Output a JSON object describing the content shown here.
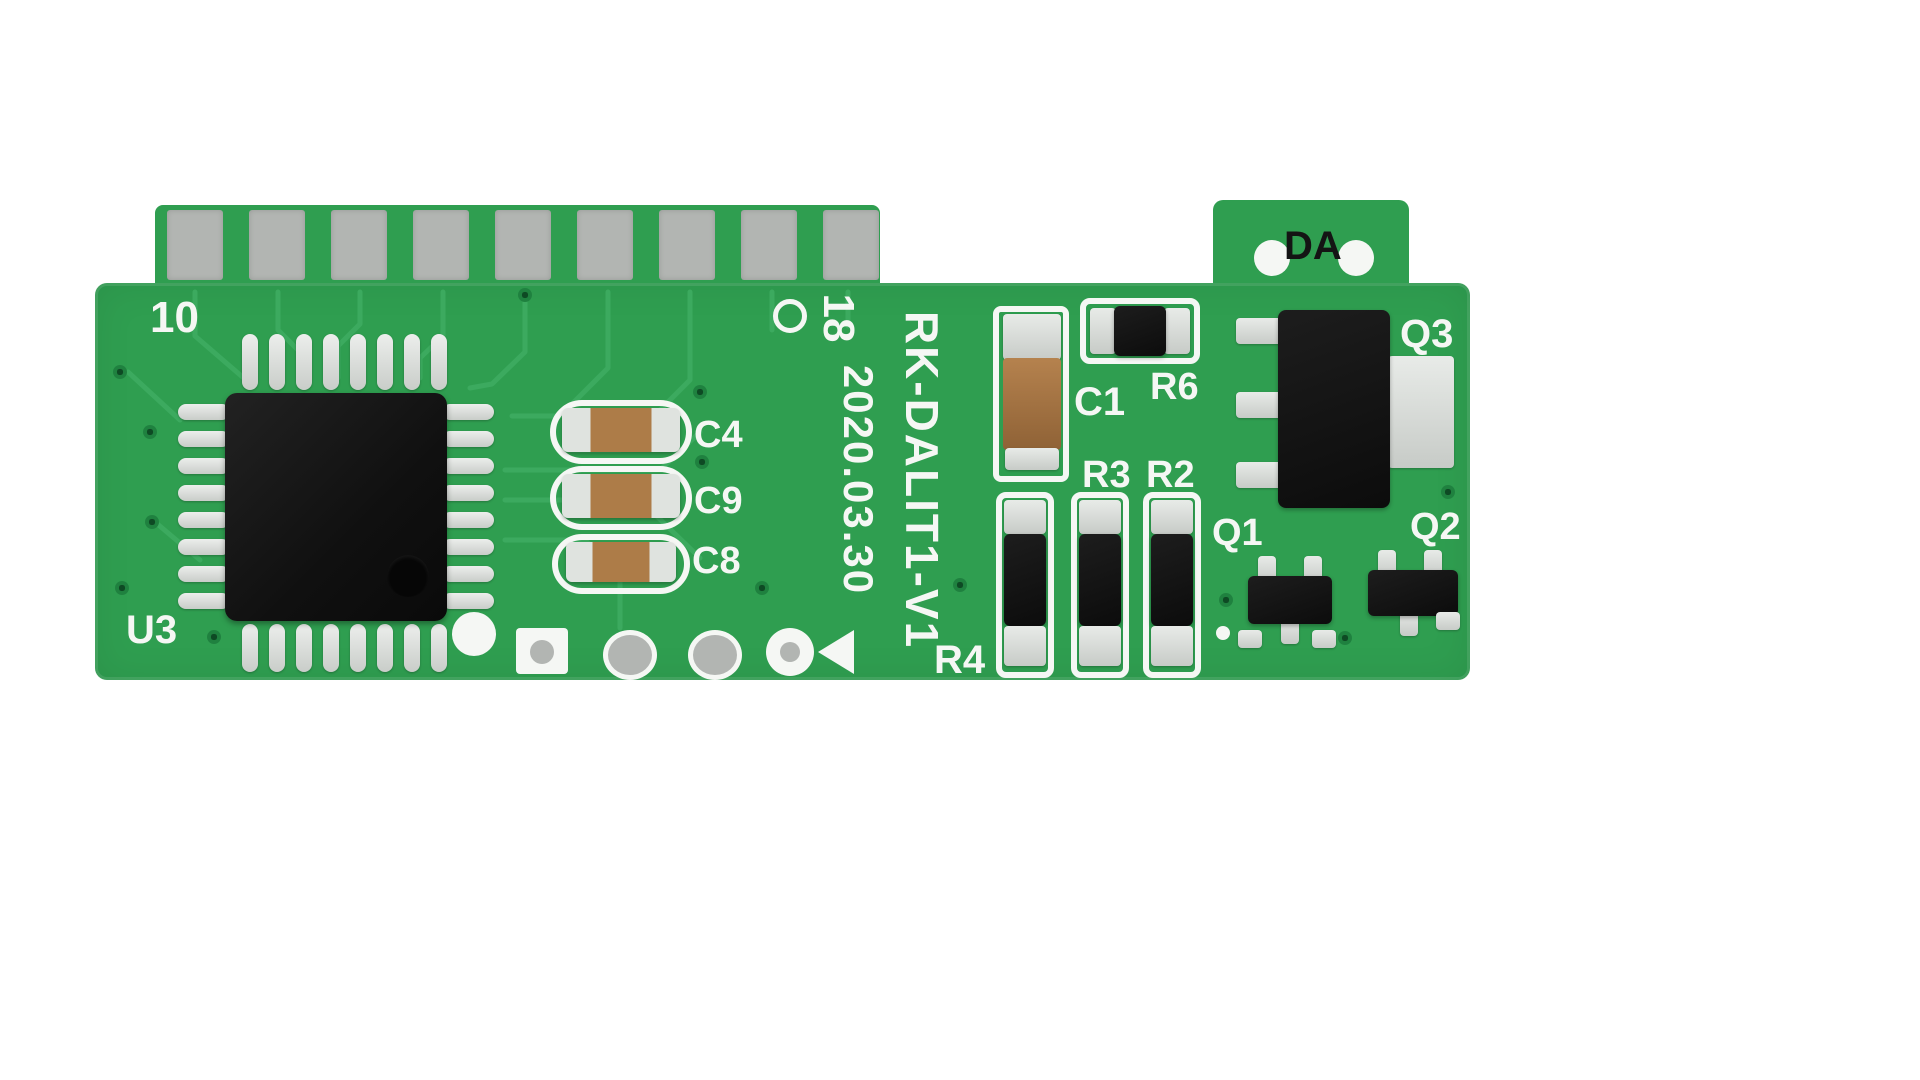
{
  "board": {
    "refs": {
      "pin10": "10",
      "pin18": "18",
      "u3": "U3",
      "c4": "C4",
      "c9": "C9",
      "c8": "C8",
      "c1": "C1",
      "r6": "R6",
      "r3": "R3",
      "r2": "R2",
      "r4": "R4",
      "q1": "Q1",
      "q2": "Q2",
      "q3": "Q3",
      "da": "DA"
    },
    "silkscreen": {
      "model": "RK-DALIT1-V1",
      "date": "2020.03.30"
    },
    "colors": {
      "board_green": "#2f9e50",
      "trace_green": "#3dab60",
      "silkscreen_white": "#f5f7f4",
      "pad_gray": "#b2b5b2",
      "component_black": "#141414",
      "capacitor_brown": "#ad7c48",
      "silver": "#d7dbd7"
    }
  }
}
